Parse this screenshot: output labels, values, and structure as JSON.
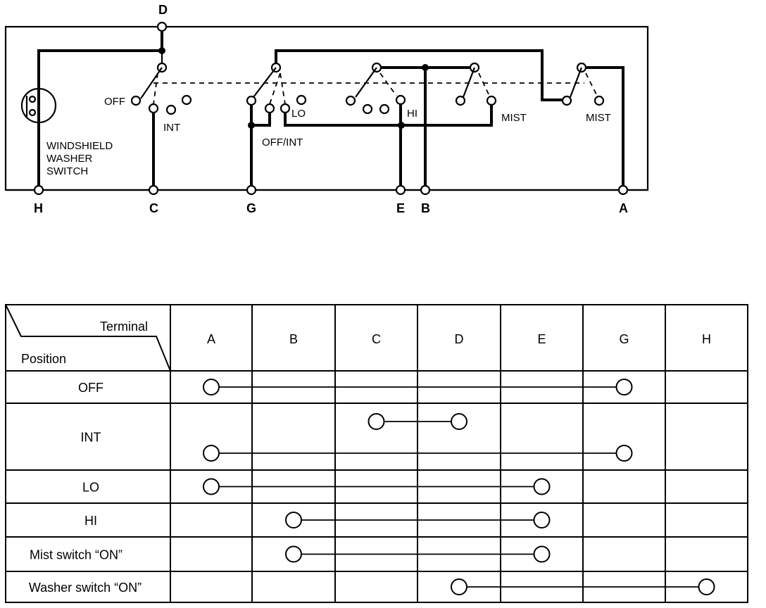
{
  "circuit": {
    "terminals": [
      "H",
      "C",
      "G",
      "E",
      "B",
      "A",
      "D"
    ],
    "labels": {
      "off": "OFF",
      "int": "INT",
      "lo": "LO",
      "off_int": "OFF/INT",
      "hi": "HI",
      "mist1": "MIST",
      "mist2": "MIST",
      "washer_line1": "WINDSHIELD",
      "washer_line2": "WASHER",
      "washer_line3": "SWITCH"
    }
  },
  "table": {
    "header_terminal": "Terminal",
    "header_position": "Position",
    "columns": [
      "A",
      "B",
      "C",
      "D",
      "E",
      "G",
      "H"
    ],
    "rows": [
      {
        "label": "OFF",
        "connections": [
          [
            "A",
            "G"
          ]
        ]
      },
      {
        "label": "INT",
        "connections": [
          [
            "C",
            "D"
          ],
          [
            "A",
            "G"
          ]
        ]
      },
      {
        "label": "LO",
        "connections": [
          [
            "A",
            "E"
          ]
        ]
      },
      {
        "label": "HI",
        "connections": [
          [
            "B",
            "E"
          ]
        ]
      },
      {
        "label": "Mist switch “ON”",
        "connections": [
          [
            "B",
            "E"
          ]
        ]
      },
      {
        "label": "Washer switch “ON”",
        "connections": [
          [
            "D",
            "H"
          ]
        ]
      }
    ]
  }
}
